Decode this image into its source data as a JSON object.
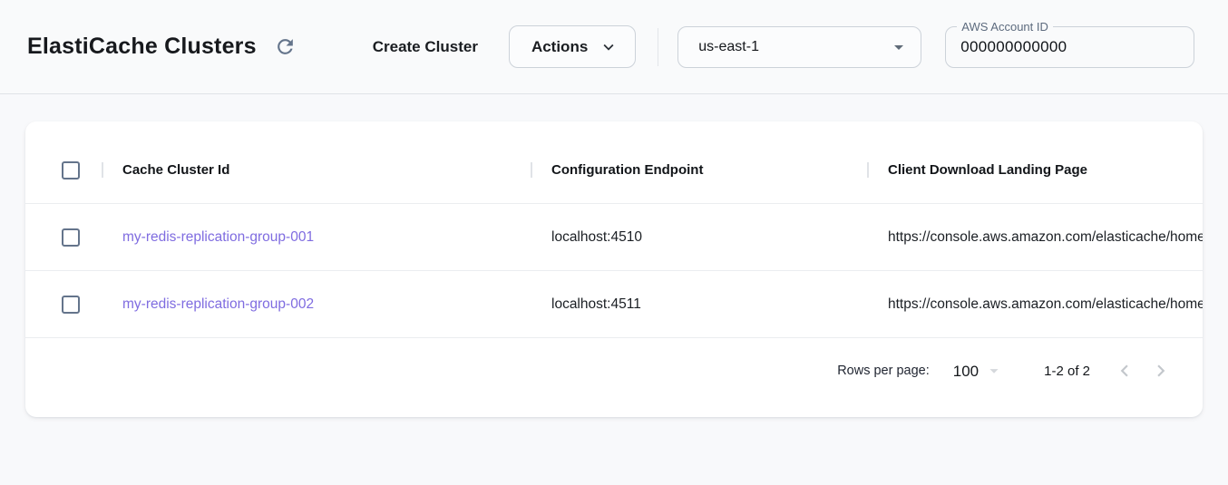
{
  "toolbar": {
    "title": "ElastiCache Clusters",
    "create_cluster_label": "Create Cluster",
    "actions_label": "Actions",
    "region_selected": "us-east-1",
    "account_label": "AWS Account ID",
    "account_value": "000000000000"
  },
  "table": {
    "columns": {
      "cluster_id": "Cache Cluster Id",
      "endpoint": "Configuration Endpoint",
      "landing_page": "Client Download Landing Page"
    },
    "rows": [
      {
        "cluster_id": "my-redis-replication-group-001",
        "endpoint": "localhost:4510",
        "landing_page": "https://console.aws.amazon.com/elasticache/home"
      },
      {
        "cluster_id": "my-redis-replication-group-002",
        "endpoint": "localhost:4511",
        "landing_page": "https://console.aws.amazon.com/elasticache/home"
      }
    ]
  },
  "pagination": {
    "rows_per_page_label": "Rows per page:",
    "rows_per_page_value": "100",
    "range_label": "1-2 of 2"
  },
  "icons": {
    "refresh": "circular clockwise arrow",
    "chevron_down": "v chevron",
    "dropdown_arrow": "filled down triangle",
    "chevron_left": "<",
    "chevron_right": ">"
  },
  "colors": {
    "link_purple": "#7f6ce0",
    "slate_accent": "#64748b",
    "card_bg": "#ffffff",
    "page_bg": "#f8f9fb",
    "border": "#ccd2d9",
    "disabled_icon": "#c3c7cc"
  }
}
